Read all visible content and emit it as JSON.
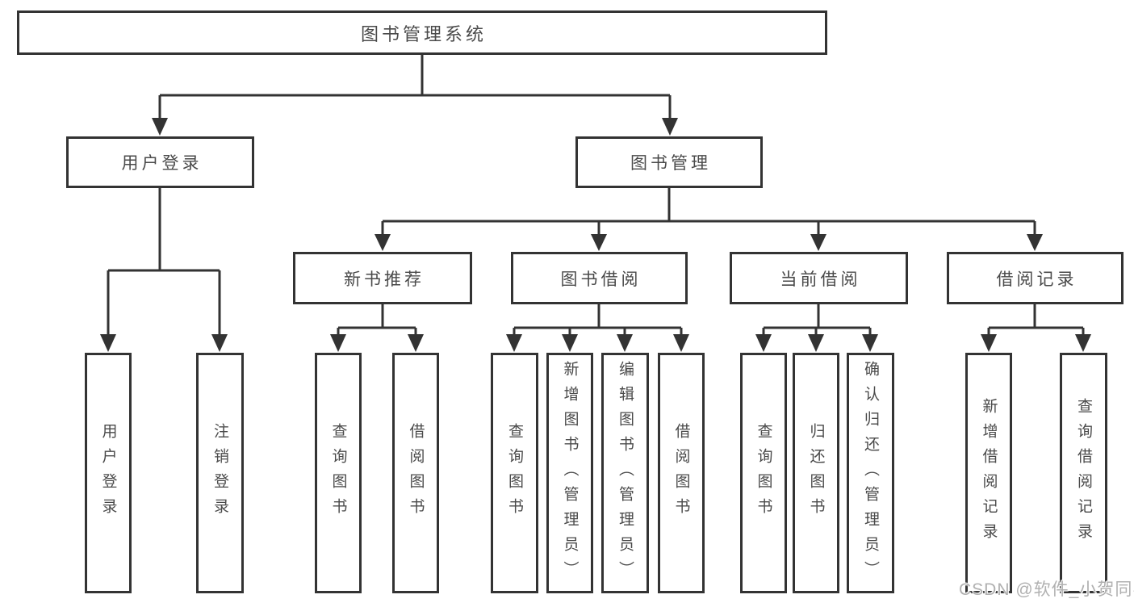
{
  "diagram": {
    "root": {
      "label": "图书管理系统"
    },
    "branches": [
      {
        "label": "用户登录",
        "children": [
          {
            "label": "用户登录"
          },
          {
            "label": "注销登录"
          }
        ]
      },
      {
        "label": "图书管理",
        "children": [
          {
            "label": "新书推荐",
            "children": [
              {
                "label": "查询图书"
              },
              {
                "label": "借阅图书"
              }
            ]
          },
          {
            "label": "图书借阅",
            "children": [
              {
                "label": "查询图书"
              },
              {
                "label": "新增图书（管理员）"
              },
              {
                "label": "编辑图书（管理员）"
              },
              {
                "label": "借阅图书"
              }
            ]
          },
          {
            "label": "当前借阅",
            "children": [
              {
                "label": "查询图书"
              },
              {
                "label": "归还图书"
              },
              {
                "label": "确认归还（管理员）"
              }
            ]
          },
          {
            "label": "借阅记录",
            "children": [
              {
                "label": "新增借阅记录"
              },
              {
                "label": "查询借阅记录"
              }
            ]
          }
        ]
      }
    ]
  },
  "watermark": {
    "text": "CSDN @软件_小贺同学"
  },
  "colors": {
    "line": "#333333",
    "box_border": "#333333",
    "text": "#4a4a4a",
    "watermark": "#b0b0b0",
    "background": "#ffffff"
  }
}
